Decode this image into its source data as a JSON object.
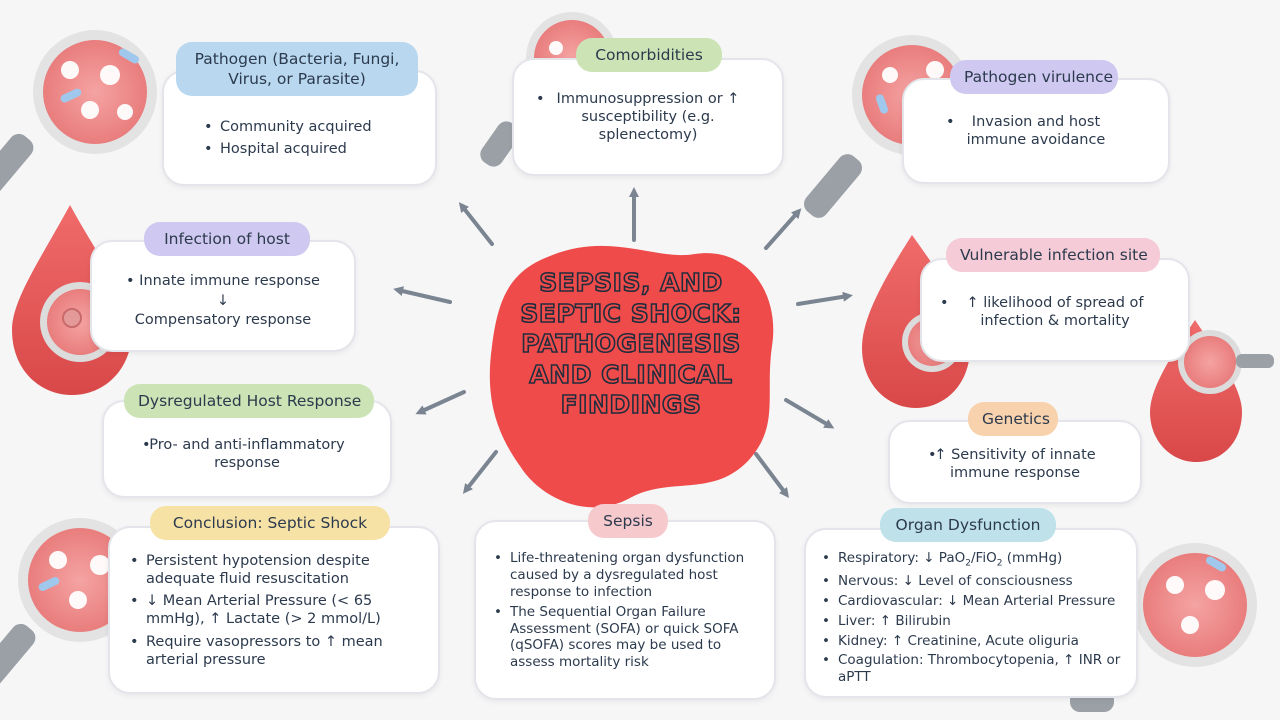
{
  "title": "SEPSIS, AND SEPTIC SHOCK: PATHOGENESIS AND CLINICAL FINDINGS",
  "colors": {
    "center_blob": "#ef4b4b",
    "arrow": "#7b8591",
    "card_border": "#e3e5ea",
    "pill_blue": "#b9d8ef",
    "pill_green": "#cbe3b5",
    "pill_purple": "#cfc8f0",
    "pill_pink": "#f4cbd6",
    "pill_orange": "#f8d2ad",
    "pill_yellow": "#f7e2a6",
    "pill_rose": "#f6c9cd",
    "pill_teal": "#bfe2ea"
  },
  "decorations": [
    "magnifying-glass-icon",
    "blood-drop-icon",
    "pathogen-cells-icon"
  ],
  "nodes": {
    "pathogen": {
      "label": "Pathogen (Bacteria, Fungi, Virus, or Parasite)",
      "items": [
        "Community acquired",
        "Hospital acquired"
      ]
    },
    "comorbidities": {
      "label": "Comorbidities",
      "items": [
        "Immunosuppression or ↑ susceptibility (e.g. splenectomy)"
      ]
    },
    "virulence": {
      "label": "Pathogen virulence",
      "items": [
        "Invasion and host immune avoidance"
      ]
    },
    "infection": {
      "label": "Infection of host",
      "line1": "• Innate immune response",
      "arrow": "↓",
      "line2": "Compensatory response"
    },
    "vulnerable": {
      "label": "Vulnerable infection site",
      "items": [
        "↑ likelihood of spread of infection & mortality"
      ]
    },
    "dysregulated": {
      "label": "Dysregulated Host Response",
      "items": [
        "Pro- and anti-inflammatory response"
      ]
    },
    "genetics": {
      "label": "Genetics",
      "items": [
        "↑ Sensitivity of innate immune response"
      ]
    },
    "conclusion": {
      "label": "Conclusion: Septic Shock",
      "items": [
        "Persistent hypotension despite adequate fluid resuscitation",
        "↓ Mean Arterial Pressure (< 65 mmHg), ↑ Lactate (> 2 mmol/L)",
        "Require vasopressors to ↑ mean arterial pressure"
      ]
    },
    "sepsis": {
      "label": "Sepsis",
      "items": [
        "Life-threatening organ dysfunction caused by a dysregulated host response to infection",
        "The Sequential Organ Failure Assessment (SOFA) or quick SOFA (qSOFA) scores may be used to assess mortality risk"
      ]
    },
    "organ": {
      "label": "Organ Dysfunction",
      "resp_prefix": "Respiratory: ↓ PaO",
      "resp_sub1": "2",
      "resp_mid": "/FiO",
      "resp_sub2": "2",
      "resp_suffix": " (mmHg)",
      "items": [
        "Nervous: ↓ Level of consciousness",
        "Cardiovascular: ↓ Mean Arterial Pressure",
        "Liver: ↑ Bilirubin",
        "Kidney: ↑ Creatinine, Acute oliguria",
        "Coagulation: Thrombocytopenia, ↑ INR or aPTT"
      ]
    }
  }
}
